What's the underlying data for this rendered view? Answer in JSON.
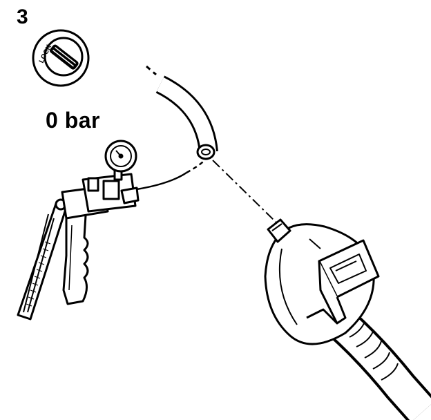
{
  "step": {
    "number": "3"
  },
  "ignition": {
    "lock_text": "LOCK"
  },
  "pressure": {
    "label": "0 bar"
  },
  "colors": {
    "ink": "#000000",
    "paper": "#ffffff"
  },
  "icons": [
    "ignition-lock-icon",
    "vacuum-pump-icon",
    "pressure-gauge-icon",
    "hose-icon",
    "valve-connector-icon"
  ]
}
